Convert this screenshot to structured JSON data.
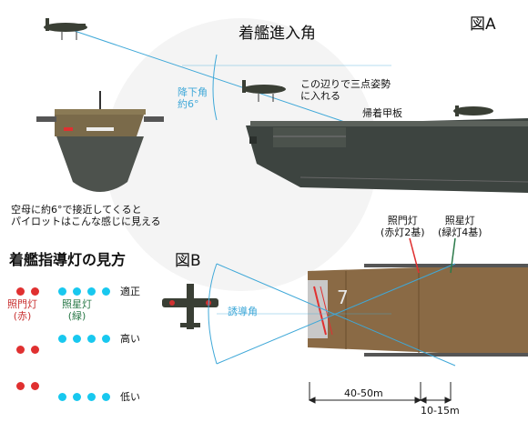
{
  "figA": {
    "title": "着艦進入角",
    "label": "図A",
    "descent_angle": "降下角\n約6°",
    "three_point_note": "この辺りで三点姿勢\nに入れる",
    "landing_deck": "帰着甲板",
    "approach_view_caption": "空母に約6°で接近してくると\nパイロットはこんな感じに見える"
  },
  "figB": {
    "title": "着艦指導灯の見方",
    "label": "図B",
    "guide_angle": "誘導角",
    "aim_light": "照門灯\n(赤灯2基)",
    "star_light": "照星灯\n(緑灯4基)",
    "dist_long": "40-50m",
    "dist_short": "10-15m",
    "deck_number": "7"
  },
  "legend": {
    "aim_label": "照門灯\n(赤)",
    "star_label": "照星灯\n(緑)",
    "rows": [
      {
        "label": "適正"
      },
      {
        "label": "高い"
      },
      {
        "label": "低い"
      }
    ]
  },
  "colors": {
    "red_light": "#e03030",
    "green_light": "#18c8ef",
    "angle_lines": "#3fa8d8",
    "deck": "#8a6a45"
  }
}
